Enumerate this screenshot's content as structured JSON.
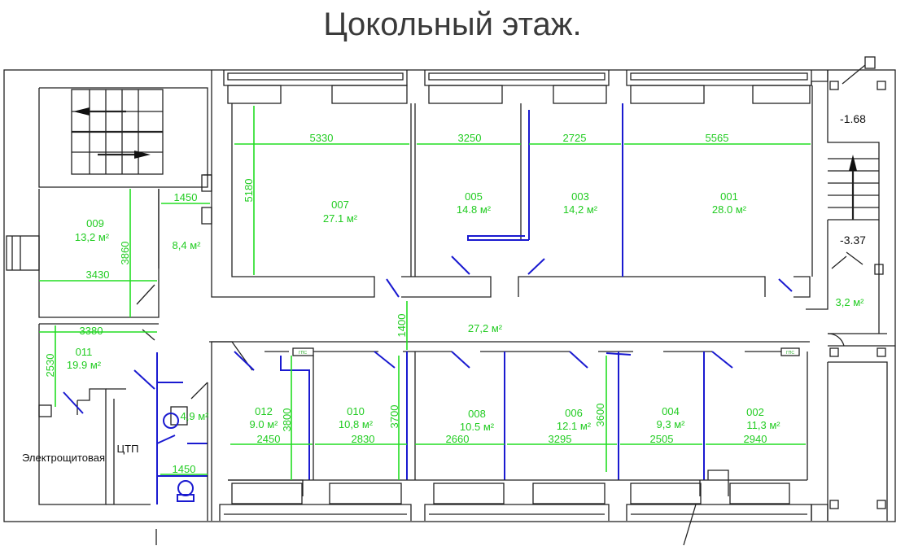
{
  "title": "Цокольный этаж.",
  "rooms": [
    {
      "num": "009",
      "area": "13,2 м²"
    },
    {
      "num": "007",
      "area": "27.1 м²"
    },
    {
      "num": "005",
      "area": "14.8 м²"
    },
    {
      "num": "003",
      "area": "14,2 м²"
    },
    {
      "num": "001",
      "area": "28.0 м²"
    },
    {
      "num": "011",
      "area": "19.9 м²"
    },
    {
      "num": "012",
      "area": "9.0 м²"
    },
    {
      "num": "010",
      "area": "10,8 м²"
    },
    {
      "num": "008",
      "area": "10.5 м²"
    },
    {
      "num": "006",
      "area": "12.1 м²"
    },
    {
      "num": "004",
      "area": "9,3 м²"
    },
    {
      "num": "002",
      "area": "11,3 м²"
    }
  ],
  "areas": {
    "vestibule": "8,4 м²",
    "corridor": "27,2 м²",
    "wc": "4,9 м²",
    "stair": "3,2 м²"
  },
  "dims": {
    "d5330": "5330",
    "d3250": "3250",
    "d2725": "2725",
    "d5565": "5565",
    "d5180": "5180",
    "d1450a": "1450",
    "d3860": "3860",
    "d3430": "3430",
    "d3380": "3380",
    "d2530": "2530",
    "d1400": "1400",
    "d3800": "3800",
    "d3700": "3700",
    "d3600": "3600",
    "d2450": "2450",
    "d2830": "2830",
    "d2660": "2660",
    "d3295": "3295",
    "d2505": "2505",
    "d2940": "2940",
    "d1450b": "1450"
  },
  "levels": {
    "l1": "-1.68",
    "l2": "-3.37"
  },
  "labels": {
    "elec": "Электрощитовая",
    "ctp": "ЦТП",
    "sign": "ГПС"
  }
}
